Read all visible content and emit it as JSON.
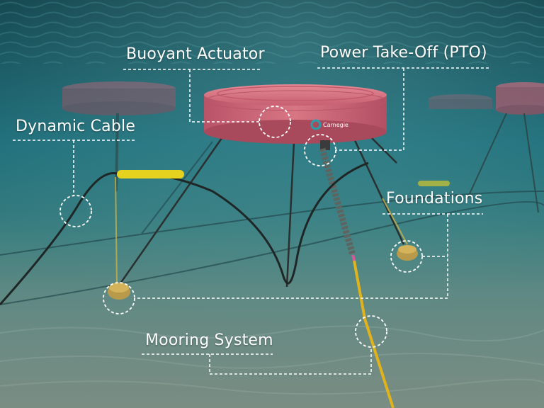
{
  "labels": {
    "buoyant_actuator": "Buoyant Actuator",
    "power_take_off": "Power Take-Off (PTO)",
    "dynamic_cable": "Dynamic Cable",
    "foundations": "Foundations",
    "mooring_system": "Mooring System"
  },
  "buoy_logo_text": "Carnegie",
  "colors": {
    "water": "#1c6b78",
    "seabed": "#6f8f86",
    "buoy": "#d4717f",
    "callout": "#ffffff",
    "mooring": "#e0b21c",
    "float": "#e5d21f"
  }
}
